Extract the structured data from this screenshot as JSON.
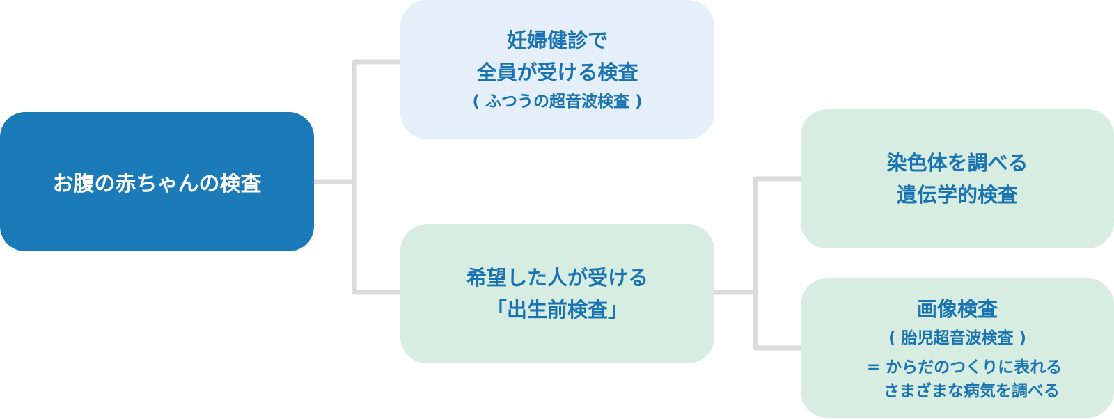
{
  "root": {
    "label": "お腹の赤ちゃんの検査"
  },
  "branch_routine": {
    "title_line1": "妊婦健診で",
    "title_line2": "全員が受ける検査",
    "subtitle": "( ふつうの超音波検査 )"
  },
  "branch_prenatal": {
    "title_line1": "希望した人が受ける",
    "title_line2": "「出生前検査」"
  },
  "leaf_genetic": {
    "title_line1": "染色体を調べる",
    "title_line2": "遺伝学的検査"
  },
  "leaf_imaging": {
    "title": "画像検査",
    "subtitle": "( 胎児超音波検査 )",
    "note_line1": "= からだのつくりに表れる",
    "note_line2": "   さまざまな病気を調べる"
  },
  "colors": {
    "root_fill": "#1b7ab8",
    "routine_fill": "#e4eff9",
    "prenatal_fill": "#d8ede2",
    "text_blue": "#1b74b2",
    "connector": "#dcdcdc"
  }
}
